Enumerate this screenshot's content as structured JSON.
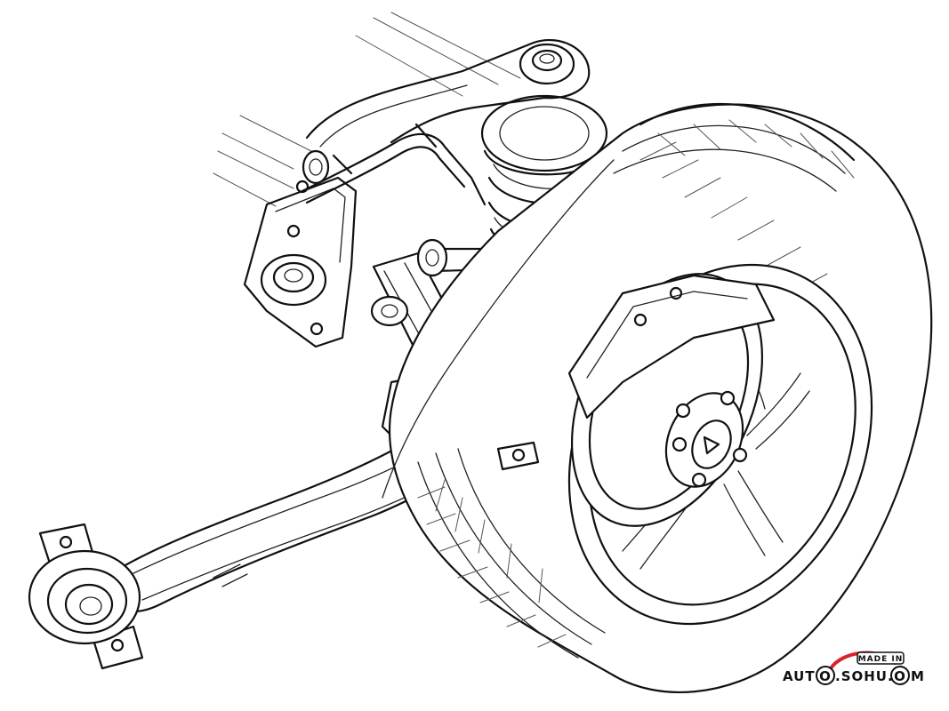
{
  "watermark": {
    "badge_text": "MADE IN",
    "text_left": "AUT",
    "circle_left": "O",
    "text_mid": ".SOHU.C",
    "circle_right": "O",
    "text_right": "M",
    "accent_color": "#d9232a"
  }
}
